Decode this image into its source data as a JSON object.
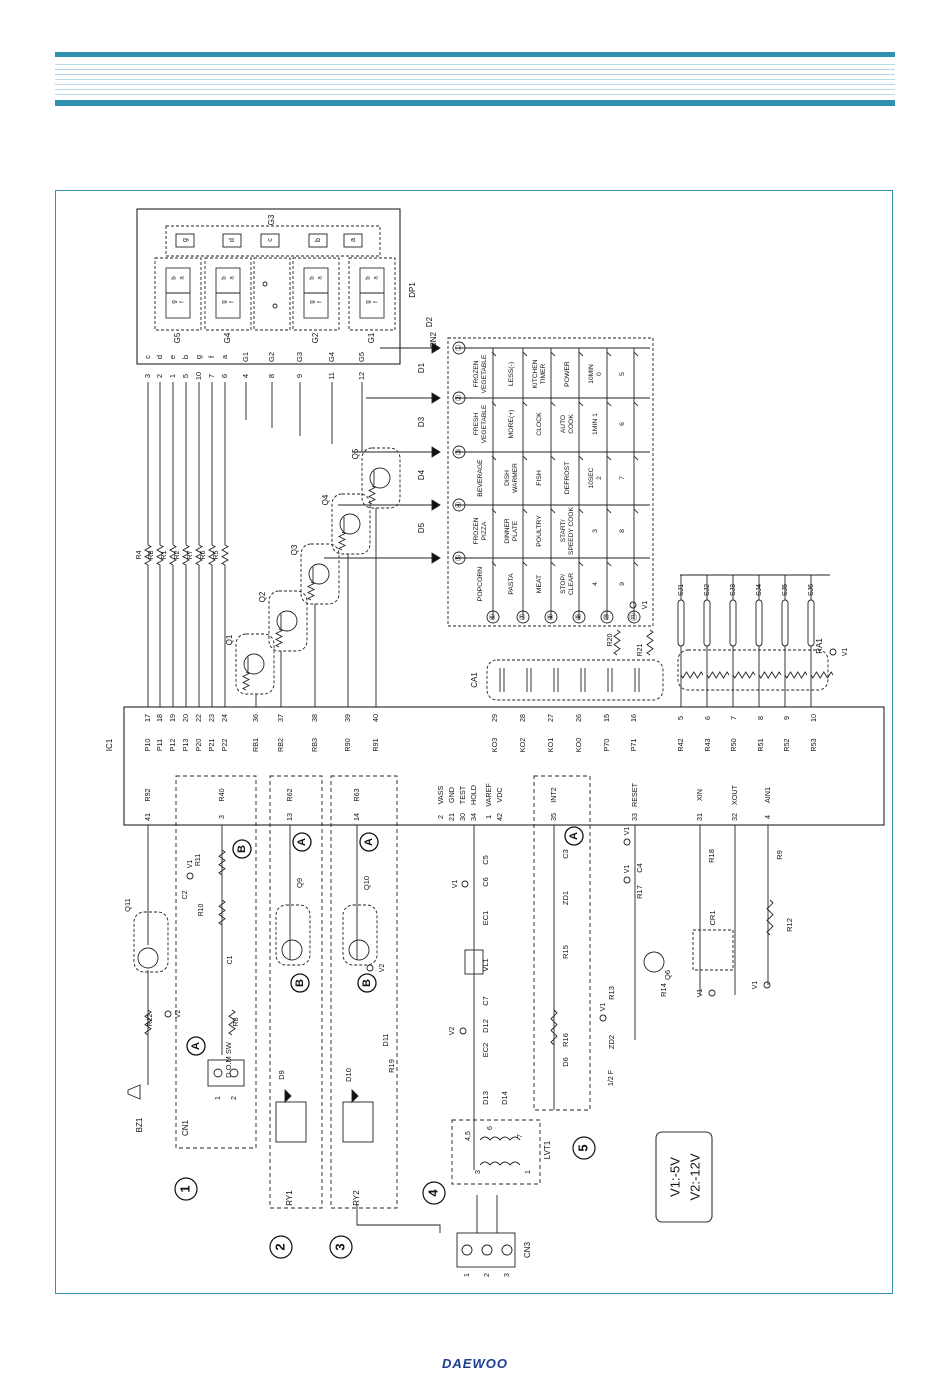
{
  "brand": "DAEWOO",
  "legend": {
    "v1": "V1:-5V",
    "v2": "V2:-12V"
  },
  "ic": {
    "name": "IC1"
  },
  "display": {
    "name": "DP1",
    "connector": "CN2",
    "grid3": "G3",
    "seg_letters": [
      "c",
      "d",
      "e",
      "b",
      "g",
      "f",
      "a"
    ],
    "seg_pins": [
      "3",
      "2",
      "1",
      "5",
      "10",
      "7",
      "6"
    ],
    "grid_labels": [
      "G1",
      "G2",
      "G3",
      "G4",
      "G5"
    ],
    "grid_pins": [
      "4",
      "8",
      "9",
      "11",
      "12"
    ],
    "digit_labels": [
      "G5",
      "G4",
      "G2",
      "G1"
    ]
  },
  "seg_resistors": [
    "R4",
    "R3",
    "R1",
    "R2",
    "R7",
    "R6",
    "R5"
  ],
  "ic_top_pins": [
    {
      "port": "P10",
      "num": "17"
    },
    {
      "port": "P11",
      "num": "18"
    },
    {
      "port": "P12",
      "num": "19"
    },
    {
      "port": "P13",
      "num": "20"
    },
    {
      "port": "P20",
      "num": "22"
    },
    {
      "port": "P21",
      "num": "23"
    },
    {
      "port": "P22",
      "num": "24"
    },
    {
      "port": "RB1",
      "num": "36"
    },
    {
      "port": "RB2",
      "num": "37"
    },
    {
      "port": "RB3",
      "num": "38"
    },
    {
      "port": "R90",
      "num": "39"
    },
    {
      "port": "R91",
      "num": "40"
    },
    {
      "port": "KO3",
      "num": "29"
    },
    {
      "port": "KO2",
      "num": "28"
    },
    {
      "port": "KO1",
      "num": "27"
    },
    {
      "port": "KO0",
      "num": "26"
    },
    {
      "port": "P70",
      "num": "15"
    },
    {
      "port": "P71",
      "num": "16"
    },
    {
      "port": "R42",
      "num": "5"
    },
    {
      "port": "R43",
      "num": "6"
    },
    {
      "port": "R50",
      "num": "7"
    },
    {
      "port": "R51",
      "num": "8"
    },
    {
      "port": "R52",
      "num": "9"
    },
    {
      "port": "R53",
      "num": "10"
    }
  ],
  "ic_bottom_pins": [
    {
      "port": "R92",
      "num": "41"
    },
    {
      "port": "R40",
      "num": "3"
    },
    {
      "port": "R62",
      "num": "13"
    },
    {
      "port": "R63",
      "num": "14"
    },
    {
      "port": "VASS",
      "num": "2"
    },
    {
      "port": "GND",
      "num": "21"
    },
    {
      "port": "TEST",
      "num": "30"
    },
    {
      "port": "HOLD",
      "num": "34"
    },
    {
      "port": "VAREF",
      "num": "1"
    },
    {
      "port": "VDC",
      "num": "42"
    },
    {
      "port": "INT2",
      "num": "35"
    },
    {
      "port": "RESET",
      "num": "33"
    },
    {
      "port": "XIN",
      "num": "31"
    },
    {
      "port": "XOUT",
      "num": "32"
    },
    {
      "port": "AIN1",
      "num": "4"
    }
  ],
  "transistors_top": [
    "Q1",
    "Q2",
    "Q3",
    "Q4",
    "Q5"
  ],
  "diodes_top": [
    "D2",
    "D1",
    "D3",
    "D4",
    "D5"
  ],
  "keypad": {
    "columns": [
      "①",
      "②",
      "③",
      "④",
      "⑤"
    ],
    "rows": [
      "⑥",
      "⑦",
      "⑧",
      "⑨",
      "⑩",
      "⑪"
    ],
    "keys": [
      [
        "FROZEN VEGETABLE",
        "FRESH VEGETABLE",
        "BEVERAGE",
        "FROZEN PIZZA",
        "POPCORN"
      ],
      [
        "LESS(-)",
        "MORE(+)",
        "DISH WARMER",
        "DINNER PLATE",
        "PASTA"
      ],
      [
        "KITCHEN TIMER",
        "CLOCK",
        "FISH",
        "POULTRY",
        "MEAT"
      ],
      [
        "POWER",
        "AUTO COOK",
        "DEFROST",
        "START/ SPEEDY COOK",
        "STOP/ CLEAR"
      ],
      [
        "10MIN 0",
        "1MIN 1",
        "10SEC 2",
        "3",
        "4"
      ],
      [
        "5",
        "6",
        "7",
        "8",
        "9"
      ]
    ]
  },
  "switches": [
    "SJ1",
    "SJ2",
    "SJ3",
    "SJ4",
    "SJ5",
    "SJ6"
  ],
  "misc_top": {
    "ca1": "CA1",
    "ra1": "RA1",
    "r20": "R20",
    "r21": "R21",
    "v1": "V1"
  },
  "blocks": [
    {
      "num": "1",
      "name": "CN1",
      "sw": "D.O.M SW",
      "parts": [
        "R11",
        "R10",
        "C2",
        "C1",
        "R8",
        "V1"
      ]
    },
    {
      "num": "2",
      "name": "RY1",
      "parts": [
        "Q9",
        "D9"
      ]
    },
    {
      "num": "3",
      "name": "RY2",
      "parts": [
        "Q10",
        "D10",
        "D11",
        "R19"
      ]
    },
    {
      "num": "4",
      "name": "LVT1",
      "parts": [
        "4,5",
        "6",
        "7",
        "3",
        "1"
      ]
    },
    {
      "num": "5",
      "name": "INT2",
      "parts": [
        "C3",
        "ZD1",
        "R15",
        "R16",
        "D6"
      ]
    }
  ],
  "power_parts": [
    "C5",
    "C6",
    "EC1",
    "VL1",
    "C7",
    "D12",
    "EC2",
    "D13",
    "D14",
    "V2"
  ],
  "reset_parts": [
    "C4",
    "R17",
    "Q6",
    "R13",
    "R14",
    "ZD2"
  ],
  "clock_parts": [
    "R18",
    "CR1",
    "R9",
    "R12"
  ],
  "buzzer": {
    "bz": "BZ1",
    "q": "Q11",
    "r": "R22"
  },
  "cn3": {
    "name": "CN3",
    "pins": [
      "1",
      "2",
      "3"
    ]
  },
  "markers": {
    "a": "A",
    "b": "B"
  },
  "note": "1/2 F"
}
